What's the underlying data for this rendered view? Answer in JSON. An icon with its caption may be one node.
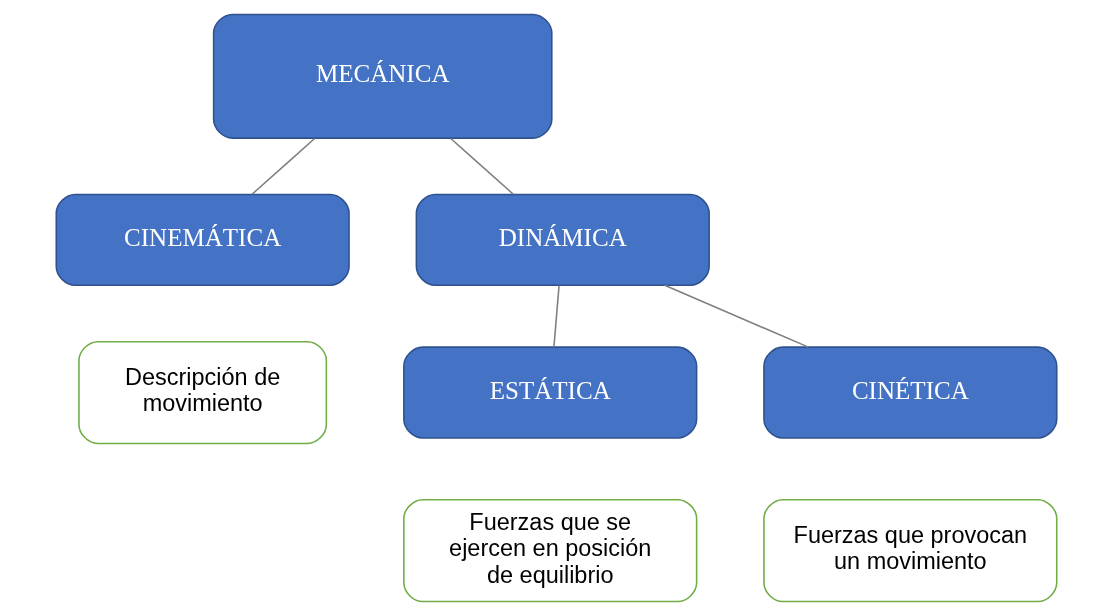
{
  "diagram": {
    "nodes": [
      {
        "text": [
          "MECÁNICA"
        ]
      },
      {
        "text": [
          "CINEMÁTICA"
        ]
      },
      {
        "text": [
          "DINÁMICA"
        ]
      },
      {
        "text": [
          "Descripción de movimiento"
        ]
      },
      {
        "text": [
          "ESTÁTICA"
        ]
      },
      {
        "text": [
          "CINÉTICA"
        ]
      },
      {
        "text": [
          "Fuerzas que se ejercen en posición de equilibrio"
        ]
      },
      {
        "text": [
          "Fuerzas que provocan un movimiento"
        ]
      }
    ],
    "edges": [
      {
        "from": 0,
        "to": 1,
        "arrow": "none"
      },
      {
        "from": 0,
        "to": 2,
        "arrow": "none"
      },
      {
        "from": 2,
        "to": 4,
        "arrow": "none"
      },
      {
        "from": 2,
        "to": 5,
        "arrow": "none"
      }
    ]
  }
}
